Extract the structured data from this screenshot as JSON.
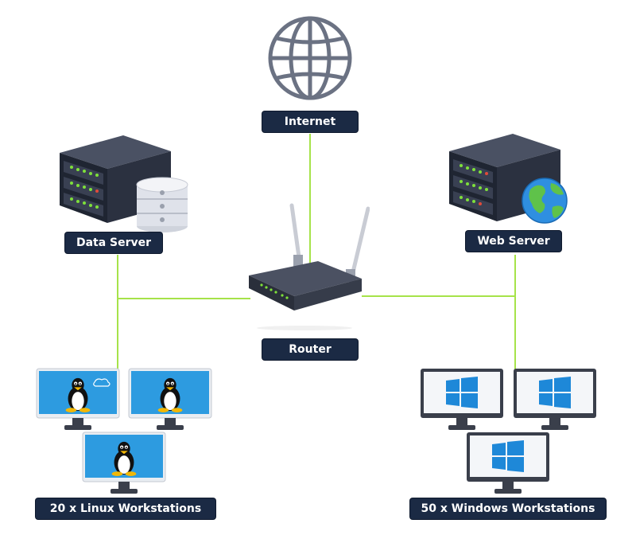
{
  "nodes": {
    "internet": {
      "label": "Internet",
      "icon": "globe-icon"
    },
    "data_server": {
      "label": "Data Server",
      "icon": "server-database-icon"
    },
    "web_server": {
      "label": "Web Server",
      "icon": "server-globe-icon"
    },
    "router": {
      "label": "Router",
      "icon": "wireless-router-icon"
    },
    "linux": {
      "label": "20 x Linux Workstations",
      "icon": "linux-monitor-icon",
      "count": 20
    },
    "windows": {
      "label": "50 x Windows Workstations",
      "icon": "windows-monitor-icon",
      "count": 50
    }
  },
  "colors": {
    "wire": "#a6e34a",
    "label_bg": "#1b2a44",
    "label_text": "#ffffff",
    "screen_blue": "#2d9be0",
    "windows_logo": "#1e88d8",
    "server_dark": "#2b3140",
    "led_green": "#7ee03a"
  }
}
